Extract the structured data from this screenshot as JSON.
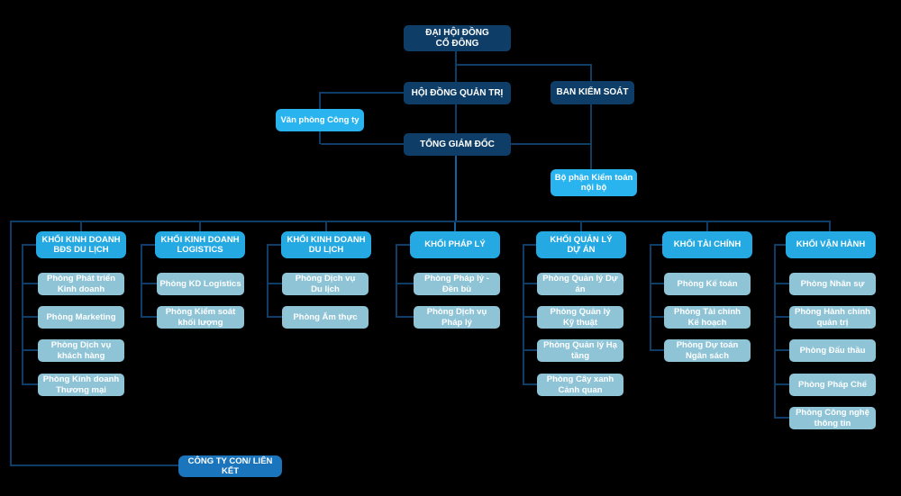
{
  "diagram_title": "Company organizational chart",
  "colors": {
    "background": "#000000",
    "dark_navy_box": "#0e3e67",
    "cyan_box": "#29b4ef",
    "division_header_blue": "#24a9e2",
    "department_box": "#8ec4d6",
    "subsidiary_box": "#1b75bc",
    "connector_line": "#0e3e68"
  },
  "top": {
    "shareholders_meeting": "ĐẠI HỘI ĐỒNG\nCỔ ĐÔNG",
    "board_of_directors": "HỘI ĐỒNG QUẢN TRỊ",
    "supervisory_board": "BAN KIỂM SOÁT",
    "company_office": "Văn phòng Công ty",
    "ceo": "TỔNG GIÁM ĐỐC",
    "internal_audit": "Bộ phận Kiểm toán\nnội bộ"
  },
  "divisions": [
    {
      "label": "KHỐI KINH DOANH\nBĐS DU LỊCH",
      "departments": [
        "Phòng Phát triển\nKinh doanh",
        "Phòng Marketing",
        "Phòng Dịch vụ\nkhách hàng",
        "Phòng Kinh doanh\nThương mại"
      ]
    },
    {
      "label": "KHỐI KINH DOANH\nLOGISTICS",
      "departments": [
        "Phòng KD Logistics",
        "Phòng Kiểm soát\nkhối lượng"
      ]
    },
    {
      "label": "KHỐI KINH DOANH\nDU LỊCH",
      "departments": [
        "Phòng Dịch vụ\nDu lịch",
        "Phòng Ẩm thực"
      ]
    },
    {
      "label": "KHỐI PHÁP LÝ",
      "departments": [
        "Phòng Pháp lý -\nĐền bù",
        "Phòng Dịch vụ\nPháp lý"
      ]
    },
    {
      "label": "KHỐI QUẢN LÝ\nDỰ ÁN",
      "departments": [
        "Phòng Quản lý Dự án",
        "Phòng Quản lý\nKỹ thuật",
        "Phòng Quản lý Hạ tầng",
        "Phòng Cây xanh\nCảnh quan"
      ]
    },
    {
      "label": "KHỐI TÀI CHÍNH",
      "departments": [
        "Phòng Kế toán",
        "Phòng Tài chính\nKế hoạch",
        "Phòng Dự toán\nNgân sách"
      ]
    },
    {
      "label": "KHỐI VẬN HÀNH",
      "departments": [
        "Phòng Nhân sự",
        "Phòng Hành chính\nquản trị",
        "Phòng Đấu thầu",
        "Phòng Pháp Chế",
        "Phòng Công nghệ\nthông tin"
      ]
    }
  ],
  "subsidiaries": "CÔNG TY CON/ LIÊN KẾT"
}
